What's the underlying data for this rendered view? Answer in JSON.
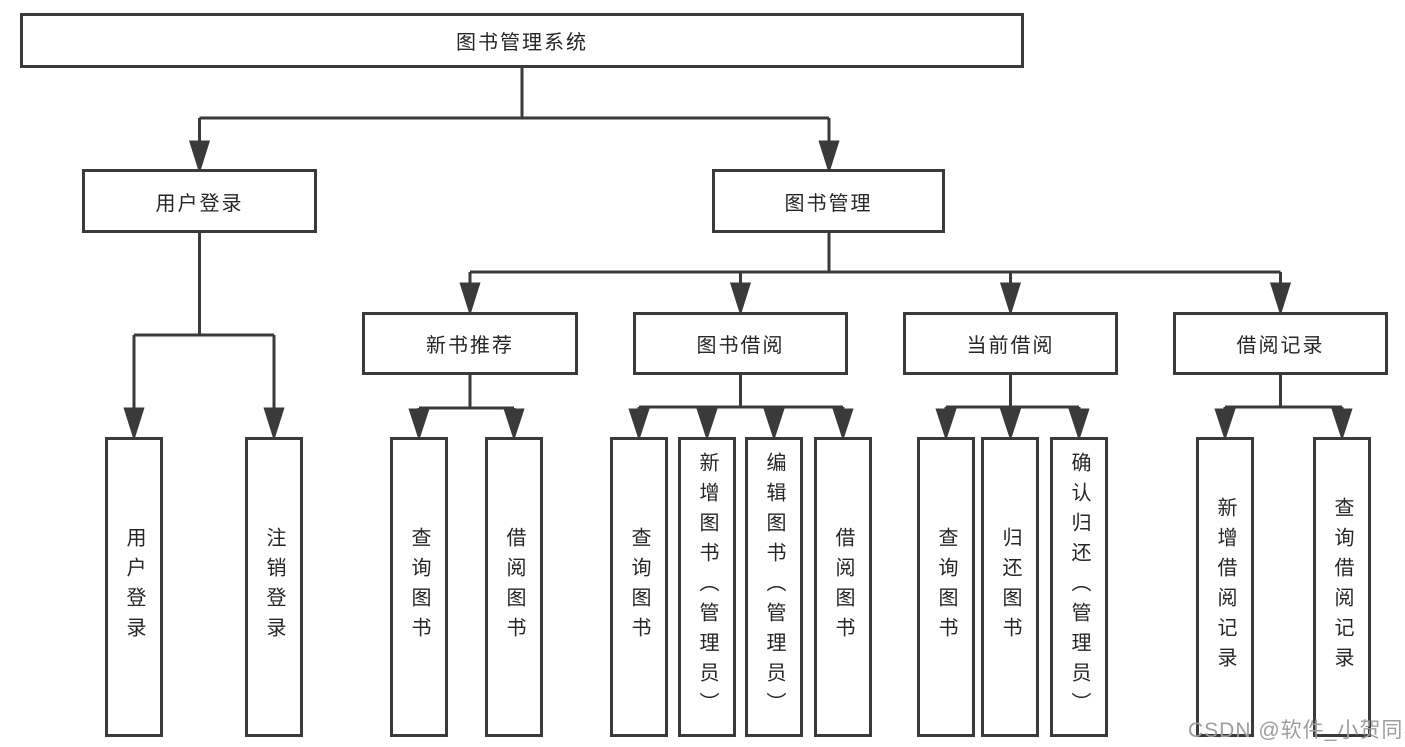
{
  "diagram": {
    "root": "图书管理系统",
    "branches": [
      {
        "label": "用户登录",
        "leaves": [
          "用户登录",
          "注销登录"
        ]
      },
      {
        "label": "图书管理",
        "sections": [
          {
            "label": "新书推荐",
            "leaves": [
              "查询图书",
              "借阅图书"
            ]
          },
          {
            "label": "图书借阅",
            "leaves": [
              "查询图书",
              "新增图书（管理员）",
              "编辑图书（管理员）",
              "借阅图书"
            ]
          },
          {
            "label": "当前借阅",
            "leaves": [
              "查询图书",
              "归还图书",
              "确认归还（管理员）"
            ]
          },
          {
            "label": "借阅记录",
            "leaves": [
              "新增借阅记录",
              "查询借阅记录"
            ]
          }
        ]
      }
    ]
  },
  "watermark": "CSDN @软件_小贺同学",
  "colors": {
    "line": "#3a3a3a",
    "text": "#262626",
    "watermark": "#9e9e9e",
    "background": "#ffffff"
  }
}
